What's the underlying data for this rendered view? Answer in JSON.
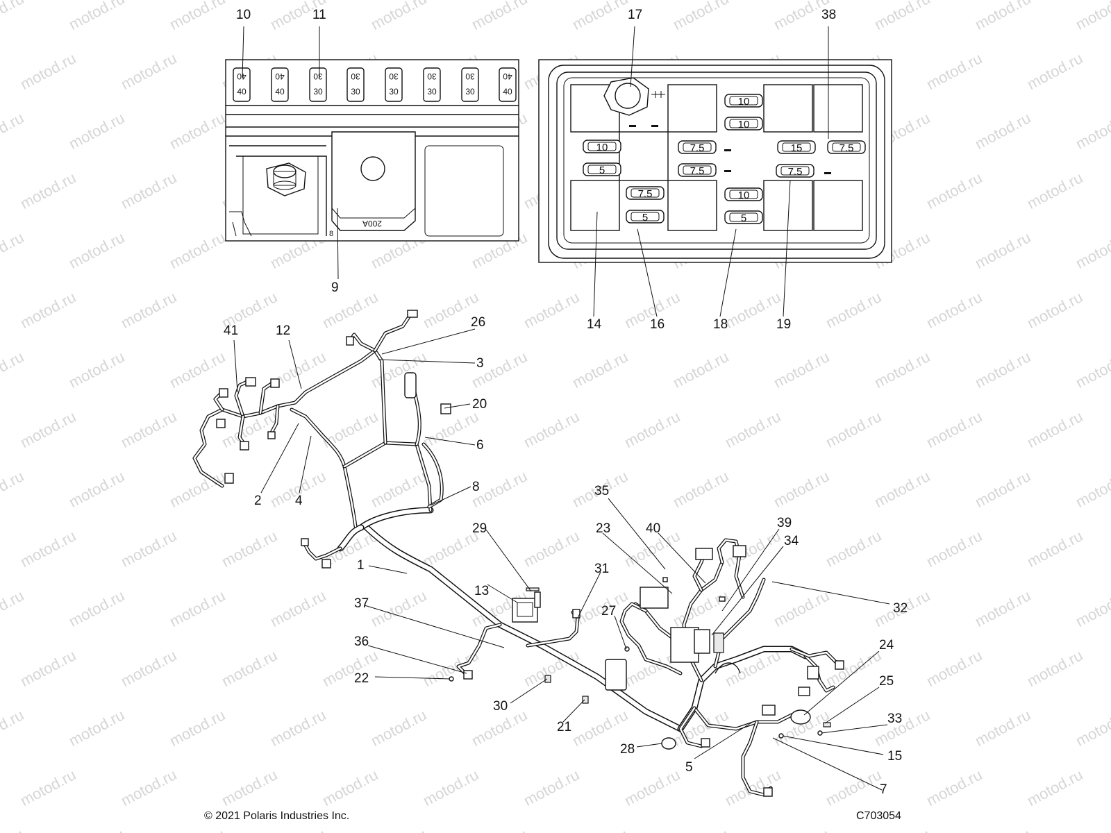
{
  "watermark_text": "motod.ru",
  "footer": {
    "copyright": "© 2021 Polaris Industries Inc.",
    "figure_code": "C703054"
  },
  "fuse_strip": {
    "fuses": [
      {
        "top": "40",
        "bottom": "40"
      },
      {
        "top": "40",
        "bottom": "40"
      },
      {
        "top": "30",
        "bottom": "30"
      },
      {
        "top": "30",
        "bottom": "30"
      },
      {
        "top": "30",
        "bottom": "30"
      },
      {
        "top": "30",
        "bottom": "30"
      },
      {
        "top": "30",
        "bottom": "30"
      },
      {
        "top": "40",
        "bottom": "40"
      }
    ],
    "breaker_label": "200A",
    "small_mark": "8"
  },
  "fuse_box": {
    "fuses": [
      "10",
      "10",
      "10",
      "5",
      "7.5",
      "7.5",
      "7.5",
      "10",
      "15",
      "7.5",
      "5",
      "7.5",
      "5"
    ]
  },
  "callouts": [
    "10",
    "11",
    "17",
    "38",
    "9",
    "14",
    "16",
    "18",
    "19",
    "41",
    "12",
    "26",
    "3",
    "20",
    "6",
    "2",
    "4",
    "8",
    "35",
    "40",
    "39",
    "34",
    "23",
    "29",
    "1",
    "13",
    "31",
    "32",
    "37",
    "27",
    "36",
    "24",
    "22",
    "25",
    "30",
    "33",
    "21",
    "28",
    "5",
    "15",
    "7"
  ]
}
